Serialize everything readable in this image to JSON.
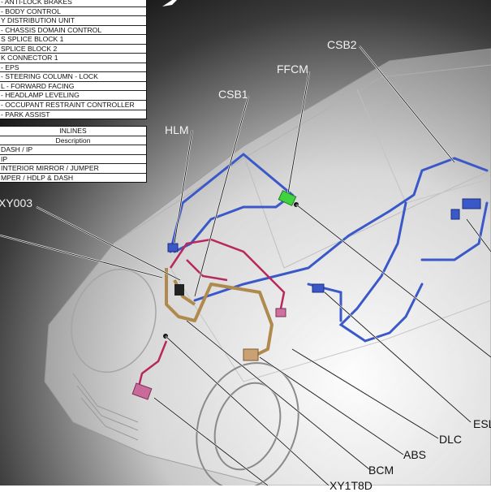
{
  "legend_top": {
    "rows": [
      "- ANTI-LOCK BRAKES",
      "- BODY CONTROL",
      "Y DISTRIBUTION UNIT",
      "- CHASSIS DOMAIN CONTROL",
      "S SPLICE BLOCK 1",
      "SPLICE BLOCK 2",
      "K CONNECTOR 1",
      "- EPS",
      "- STEERING COLUMN - LOCK",
      "L - FORWARD FACING",
      "- HEADLAMP LEVELING",
      "- OCCUPANT RESTRAINT CONTROLLER",
      "- PARK ASSIST"
    ]
  },
  "legend_inlines": {
    "title": "INLINES",
    "header": "Description",
    "rows": [
      "DASH / IP",
      "IP",
      "INTERIOR MIRROR / JUMPER",
      "MPER / HDLP & DASH"
    ]
  },
  "callouts": {
    "xy003": "XY003",
    "hlm": "HLM",
    "csb1": "CSB1",
    "ffcm": "FFCM",
    "csb2": "CSB2",
    "esl": "ESL",
    "dlc": "DLC",
    "abs": "ABS",
    "bcm": "BCM",
    "bottom": "XY1T8D"
  },
  "colors": {
    "harness_blue": "#3a58c8",
    "harness_red": "#c0305a",
    "harness_tan": "#b0884a",
    "module_green": "#3fd43f",
    "module_pink": "#c86a9a"
  }
}
